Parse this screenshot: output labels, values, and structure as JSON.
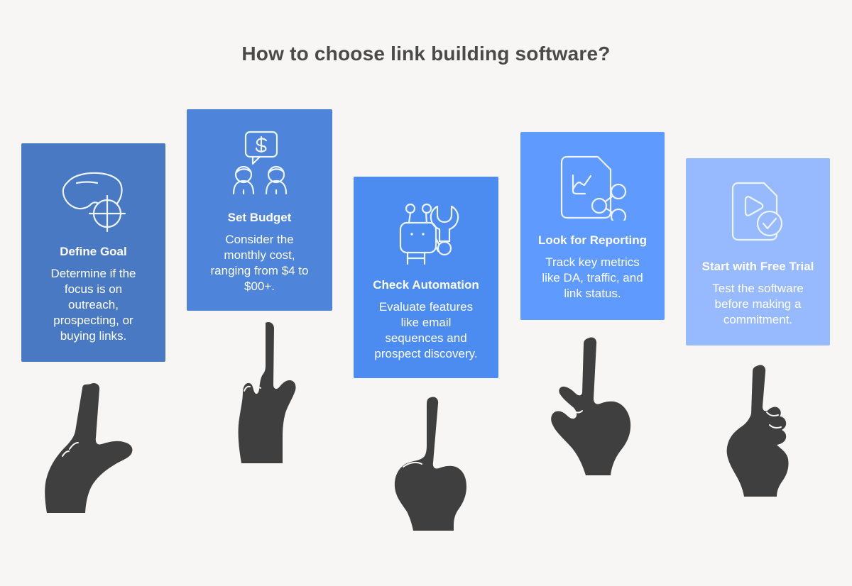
{
  "title": "How to choose link building software?",
  "colors": {
    "background": "#f7f6f4",
    "title_text": "#4a4a4a",
    "card_text": "#ffffff",
    "icon_stroke": "#eef4fd",
    "hand": "#3f3f3f"
  },
  "cards": [
    {
      "title": "Define Goal",
      "body": "Determine if the\nfocus is on\noutreach,\nprospecting, or\nbuying links.",
      "color": "#4a79c4",
      "icon": "sleep-mask-target-icon"
    },
    {
      "title": "Set Budget",
      "body": "Consider the\nmonthly cost,\nranging from $4 to\n$00+.",
      "color": "#4e84d9",
      "icon": "chat-dollar-people-icon"
    },
    {
      "title": "Check Automation",
      "body": "Evaluate features\nlike email\nsequences and\nprospect discovery.",
      "color": "#4c8cf0",
      "icon": "robot-wrench-icon"
    },
    {
      "title": "Look for Reporting",
      "body": "Track key metrics\nlike DA, traffic, and\nlink status.",
      "color": "#5f9aff",
      "icon": "report-share-icon"
    },
    {
      "title": "Start with Free Trial",
      "body": "Test the software\nbefore making a\ncommitment.",
      "color": "#97baff",
      "icon": "document-play-check-icon"
    }
  ],
  "hands": [
    {
      "name": "pointing-hand-thumb-out"
    },
    {
      "name": "pointing-hand-upright"
    },
    {
      "name": "pointing-hand-fist"
    },
    {
      "name": "pointing-hand-pinch"
    },
    {
      "name": "pointing-hand-knuckles"
    }
  ]
}
